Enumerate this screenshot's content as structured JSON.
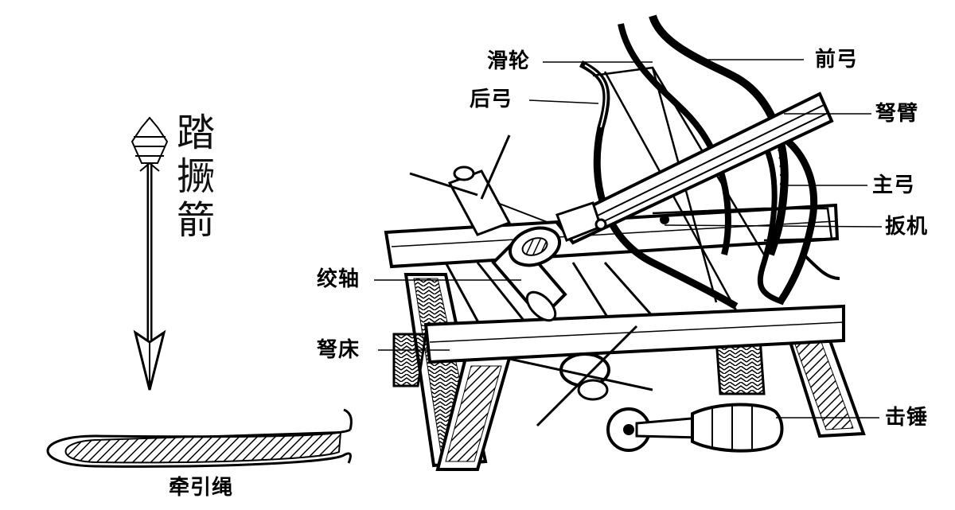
{
  "title": "",
  "arrow_caption": [
    "踏",
    "撅",
    "箭"
  ],
  "labels": {
    "pulley": "滑轮",
    "back_bow": "后弓",
    "front_bow": "前弓",
    "crossbow_arm": "弩臂",
    "main_bow": "主弓",
    "trigger": "扳机",
    "winch_axle": "绞轴",
    "crossbow_bed": "弩床",
    "striking_hammer": "击锤",
    "traction_rope": "牵引绳"
  },
  "colors": {
    "ink": "#000000",
    "paper": "#ffffff"
  }
}
